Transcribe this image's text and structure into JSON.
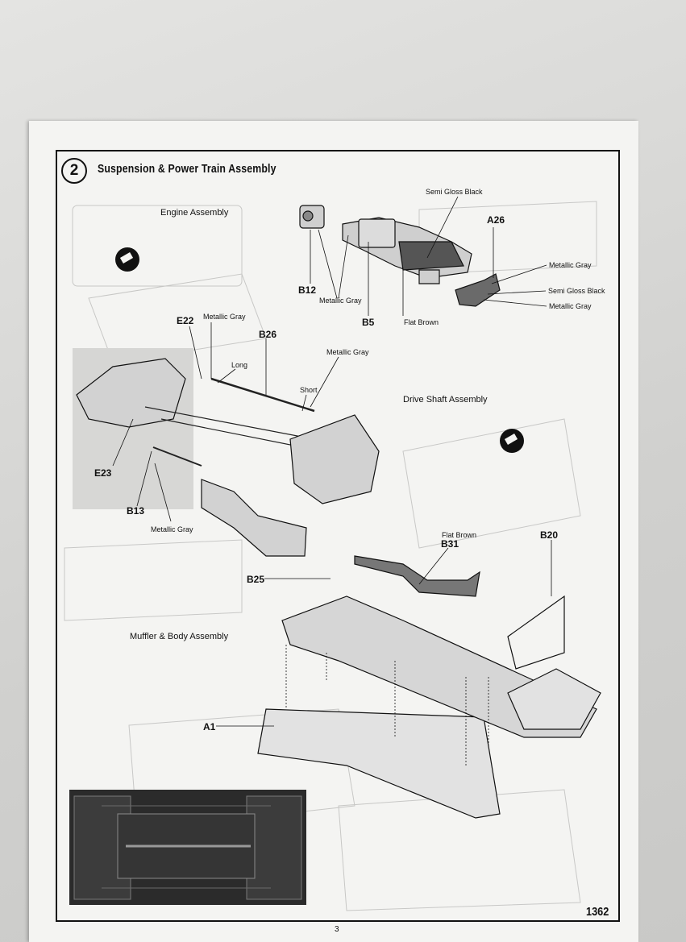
{
  "step": {
    "number": "2",
    "title": "Suspension & Power Train Assembly"
  },
  "sections": {
    "engine": "Engine Assembly",
    "drive_shaft": "Drive Shaft Assembly",
    "muffler_body": "Muffler & Body Assembly"
  },
  "callouts": {
    "semi_gloss_black_top": "Semi Gloss Black",
    "metallic_gray_right": "Metallic Gray",
    "semi_gloss_black_right": "Semi Gloss Black",
    "metallic_gray_right2": "Metallic Gray",
    "metallic_gray_engine": "Metallic Gray",
    "flat_brown_engine": "Flat Brown",
    "metallic_gray_e22": "Metallic Gray",
    "long": "Long",
    "metallic_gray_b26": "Metallic Gray",
    "short": "Short",
    "metallic_gray_b13": "Metallic Gray",
    "flat_brown_b31": "Flat Brown"
  },
  "parts": {
    "a26": "A26",
    "b12": "B12",
    "b5": "B5",
    "e22": "E22",
    "b26": "B26",
    "e23": "E23",
    "b13": "B13",
    "b31": "B31",
    "b20": "B20",
    "b25": "B25",
    "a1": "A1"
  },
  "icons": [
    "paint-brush-icon",
    "paint-brush-icon"
  ],
  "footer": {
    "page_number": "3",
    "catalog_number": "1362"
  }
}
